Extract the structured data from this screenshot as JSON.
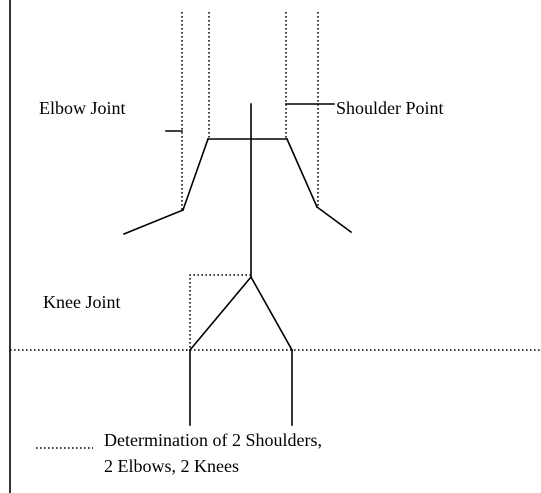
{
  "labels": {
    "elbow_joint": "Elbow Joint",
    "shoulder_point": "Shoulder Point",
    "knee_joint": "Knee Joint"
  },
  "legend": {
    "line1": "Determination of 2 Shoulders,",
    "line2": "2 Elbows, 2 Knees"
  },
  "colors": {
    "line": "#000000",
    "background": "#ffffff"
  }
}
